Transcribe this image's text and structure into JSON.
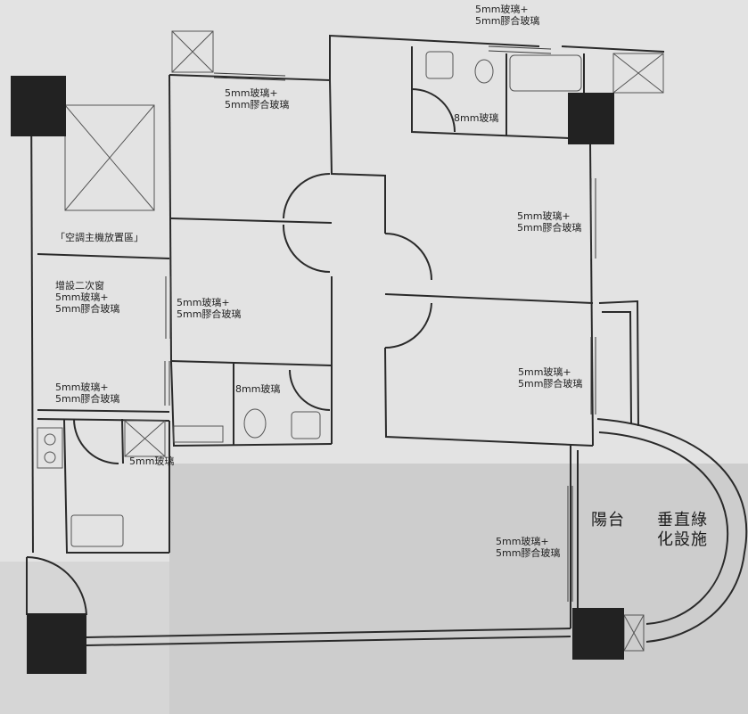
{
  "labels": {
    "top_right": {
      "l1": "5mm玻璃+",
      "l2": "5mm膠合玻璃"
    },
    "top_left_room": {
      "l1": "5mm玻璃+",
      "l2": "5mm膠合玻璃"
    },
    "bath_top": "8mm玻璃",
    "right_upper": {
      "l1": "5mm玻璃+",
      "l2": "5mm膠合玻璃"
    },
    "ac_zone": "「空調主機放置區」",
    "second_window": {
      "l1": "增設二次窗",
      "l2": "5mm玻璃+",
      "l3": "5mm膠合玻璃"
    },
    "middle_room": {
      "l1": "5mm玻璃+",
      "l2": "5mm膠合玻璃"
    },
    "right_lower": {
      "l1": "5mm玻璃+",
      "l2": "5mm膠合玻璃"
    },
    "bath_lower": "8mm玻璃",
    "left_lower": {
      "l1": "5mm玻璃+",
      "l2": "5mm膠合玻璃"
    },
    "laundry": "5mm玻璃",
    "balcony": "陽台",
    "greening": {
      "l1": "垂直綠",
      "l2": "化設施"
    },
    "balcony_glass": {
      "l1": "5mm玻璃+",
      "l2": "5mm膠合玻璃"
    }
  }
}
